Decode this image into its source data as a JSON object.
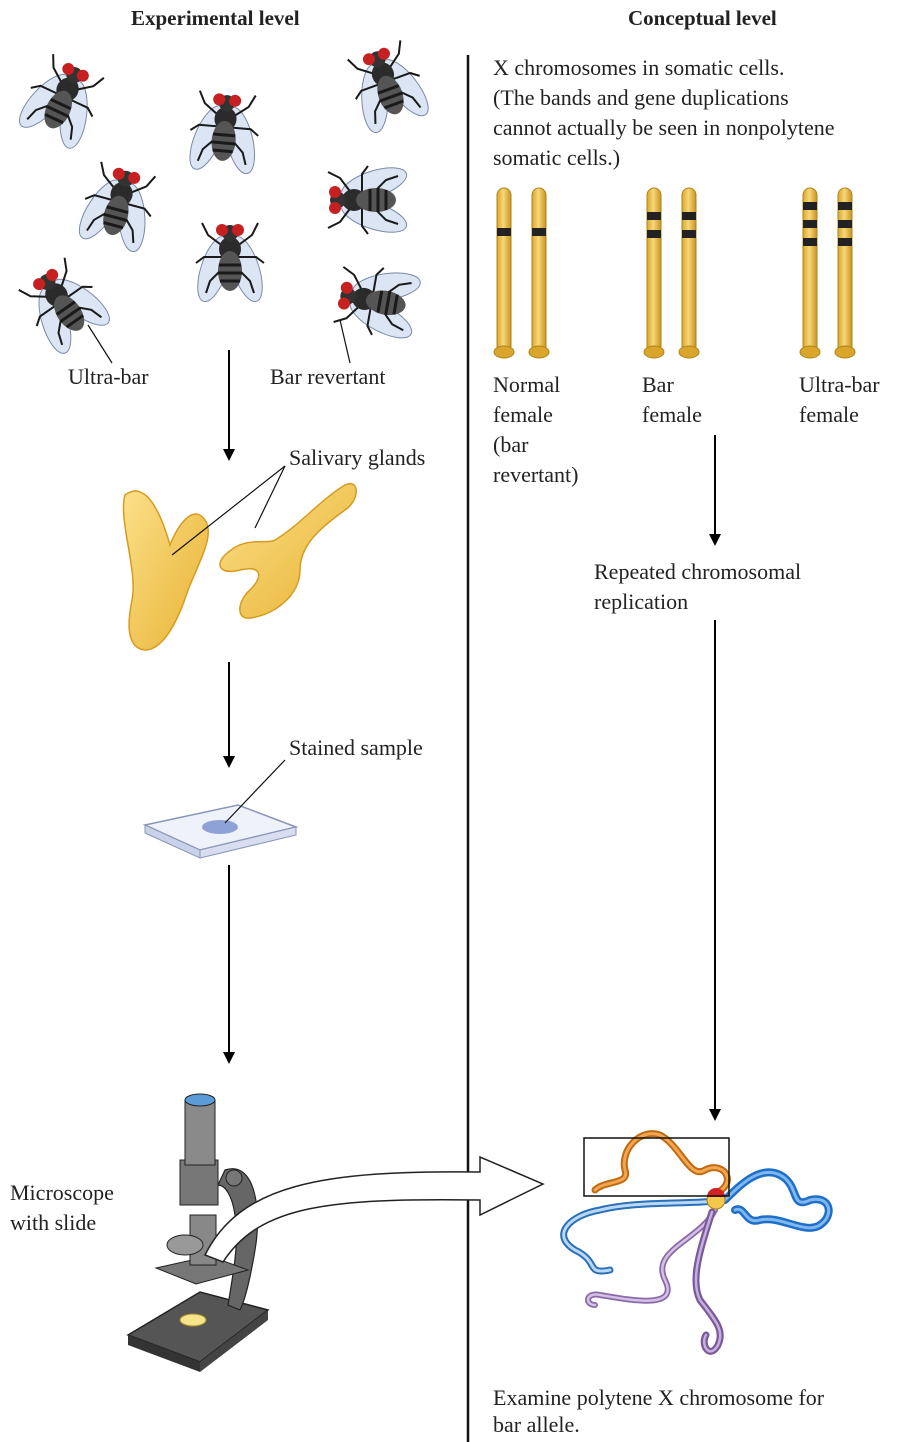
{
  "headers": {
    "experimental": "Experimental level",
    "conceptual": "Conceptual level"
  },
  "labels": {
    "ultra_bar": "Ultra-bar",
    "bar_revertant": "Bar revertant",
    "salivary_glands": "Salivary glands",
    "stained_sample": "Stained sample",
    "microscope_line1": "Microscope",
    "microscope_line2": "with slide",
    "x_chrom_line1": "X chromosomes in somatic cells.",
    "x_chrom_line2": "(The bands and gene duplications",
    "x_chrom_line3": "cannot actually be seen in nonpolytene",
    "x_chrom_line4": "somatic cells.)",
    "normal_line1": "Normal",
    "normal_line2": "female",
    "normal_line3": "(bar",
    "normal_line4": "revertant)",
    "bar_line1": "Bar",
    "bar_line2": "female",
    "ultra_line1": "Ultra-bar",
    "ultra_line2": "female",
    "repeated_line1": "Repeated chromosomal",
    "repeated_line2": "replication",
    "examine_line1": "Examine polytene X chromosome for",
    "examine_line2": "bar allele."
  },
  "colors": {
    "chromosome": "#f0c040",
    "band": "#222222",
    "gland": "#f5c84c",
    "orange_arm": "#e58a22",
    "blue_arm": "#3a8fd8",
    "light_blue_arm": "#9cc6ee",
    "purple_arm": "#9a78b8",
    "fly_eye": "#c62020"
  }
}
